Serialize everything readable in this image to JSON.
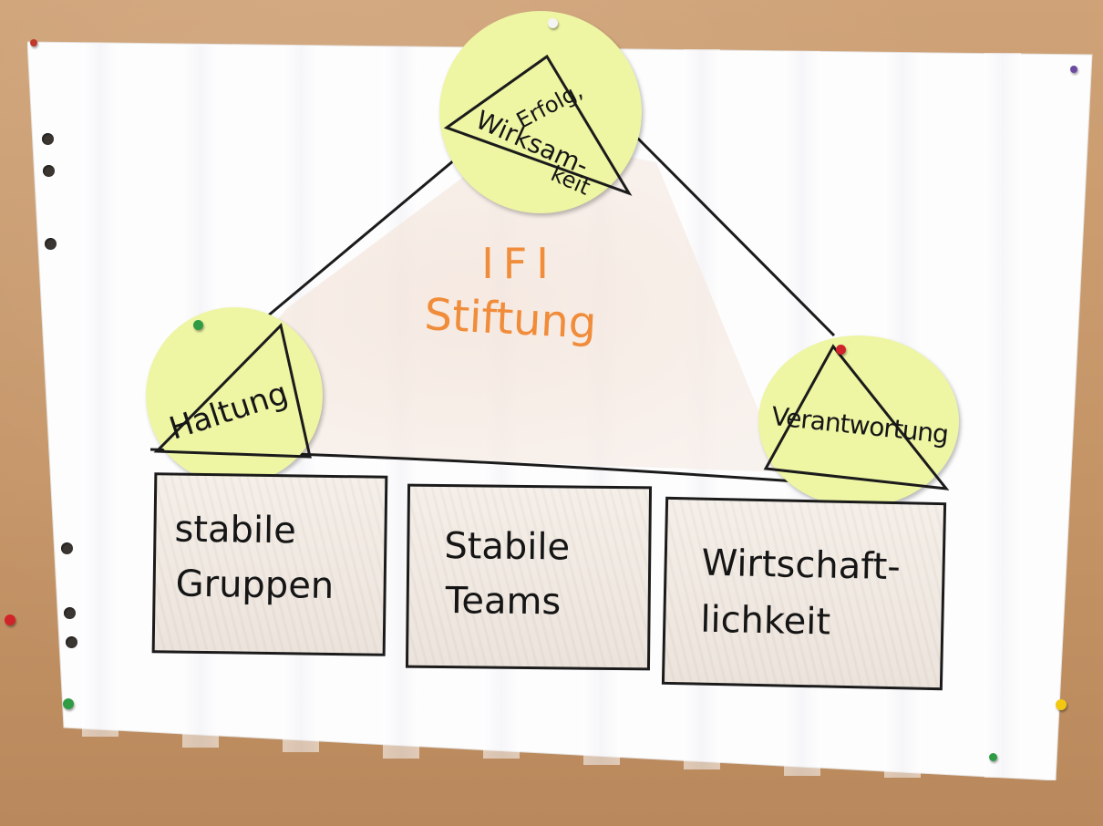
{
  "diagram": {
    "center_title": {
      "line1": "IFI",
      "line2": "Stiftung"
    },
    "circles": {
      "top": {
        "line1": "Erfolg,",
        "line2": "Wirksam-",
        "line3": "keit"
      },
      "left": {
        "label": "Haltung"
      },
      "right": {
        "label": "Verantwortung"
      }
    },
    "boxes": [
      {
        "line1": "stabile",
        "line2": "Gruppen"
      },
      {
        "line1": "Stabile",
        "line2": "Teams"
      },
      {
        "line1": "Wirtschaft-",
        "line2": "lichkeit"
      }
    ]
  },
  "colors": {
    "cardboard": "#c79a6c",
    "paper": "#ffffff",
    "circle_fill": "#eef5a3",
    "title_orange": "#f08c3a",
    "ink": "#1b1b1b"
  }
}
